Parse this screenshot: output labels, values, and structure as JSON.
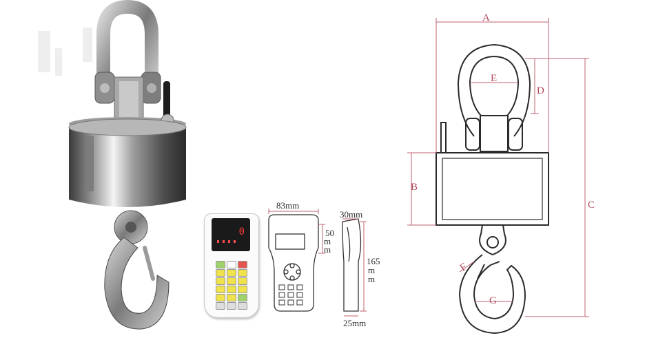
{
  "remote": {
    "display_reading": "0",
    "width_label": "83mm",
    "thickness_top_label": "30mm",
    "thickness_bottom_label": "25mm",
    "height_label": "165",
    "height_unit_1": "m",
    "height_unit_2": "m",
    "button_area_label": "50",
    "button_area_unit_1": "m",
    "button_area_unit_2": "m"
  },
  "diagram": {
    "label_a": "A",
    "label_b": "B",
    "label_c": "C",
    "label_d": "D",
    "label_e": "E",
    "label_f": "F",
    "label_g": "G"
  },
  "colors": {
    "dimension_line": "#c06070",
    "remote_key_yellow": "#f0e24a",
    "remote_key_green": "#9fd26a",
    "remote_key_red": "#e5544f"
  }
}
